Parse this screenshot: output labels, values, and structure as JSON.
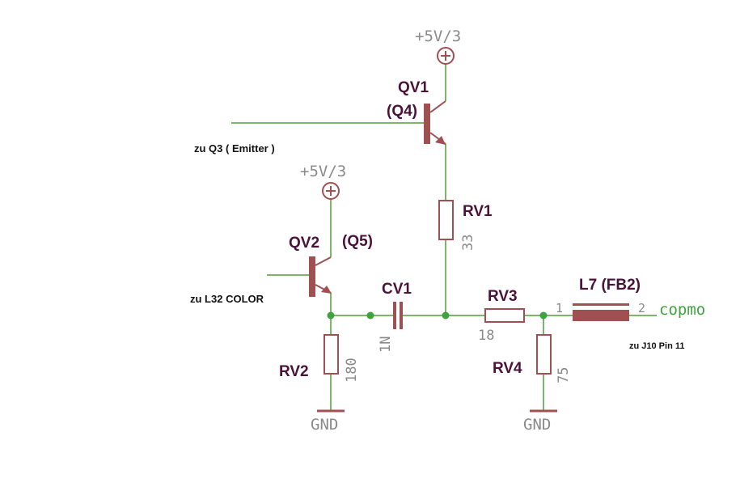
{
  "supplies": {
    "top": "+5V/3",
    "left": "+5V/3",
    "gnd_left": "GND",
    "gnd_right": "GND"
  },
  "parts": {
    "qv1": {
      "name": "QV1",
      "alias": "(Q4)"
    },
    "qv2": {
      "name": "QV2",
      "alias": "(Q5)"
    },
    "rv1": {
      "name": "RV1",
      "value": "33"
    },
    "rv2": {
      "name": "RV2",
      "value": "180"
    },
    "rv3": {
      "name": "RV3",
      "value": "18"
    },
    "rv4": {
      "name": "RV4",
      "value": "75"
    },
    "cv1": {
      "name": "CV1",
      "value": "1N"
    },
    "l7": {
      "name": "L7 (FB2)",
      "pin1": "1",
      "pin2": "2"
    }
  },
  "notes": {
    "q3": "zu Q3 ( Emitter )",
    "l32": "zu L32 COLOR",
    "j10": "zu J10 Pin 11"
  },
  "net": {
    "output": "copmo"
  }
}
